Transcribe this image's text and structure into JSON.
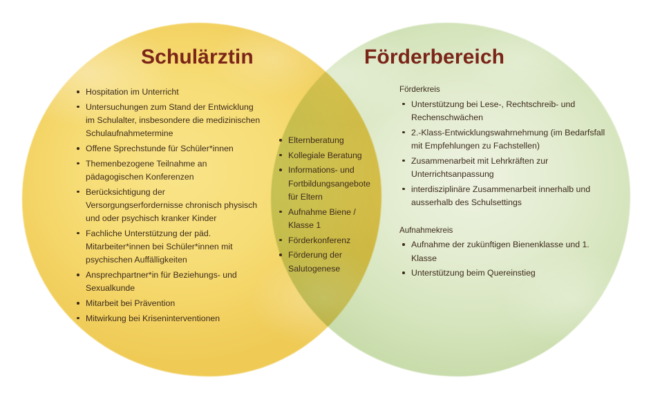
{
  "colors": {
    "left_circle": "#f7dd76",
    "right_circle": "#dce8c4",
    "overlap": "#dfe095",
    "title": "#7a2518",
    "body_text": "#3d2b1b",
    "background": "#ffffff"
  },
  "left": {
    "title": "Schulärztin",
    "items": [
      "Hospitation im Unterricht",
      "Untersuchungen zum Stand der Entwicklung im Schulalter, insbesondere die medizinischen Schulaufnahmetermine",
      "Offene Sprechstunde für Schüler*innen",
      "Themenbezogene Teilnahme an pädagogischen Konferenzen",
      "Berücksichtigung der Versorgungserfordernisse chronisch physisch und oder psychisch kranker Kinder",
      "Fachliche Unterstützung der päd. Mitarbeiter*innen bei Schüler*innen mit psychischen Auffälligkeiten",
      "Ansprechpartner*in für  Beziehungs- und Sexualkunde",
      "Mitarbeit bei Prävention",
      "Mitwirkung bei Kriseninterventionen"
    ]
  },
  "center": {
    "items": [
      "Elternberatung",
      "Kollegiale Beratung",
      "Informations- und Fortbildungsangebote für Eltern",
      "Aufnahme Biene / Klasse 1",
      "Förderkonferenz",
      "Förderung der Salutogenese"
    ]
  },
  "right": {
    "title": "Förderbereich",
    "groups": [
      {
        "label": "Förderkreis",
        "items": [
          "Unterstützung bei Lese-, Rechtschreib- und Rechenschwächen",
          "2.-Klass-Entwicklungswahrnehmung (im Bedarfsfall mit Empfehlungen zu Fachstellen)",
          "Zusammenarbeit mit Lehrkräften zur Unterrichtsanpassung",
          "interdisziplinäre Zusammenarbeit innerhalb und ausserhalb des Schulsettings"
        ]
      },
      {
        "label": "Aufnahmekreis",
        "items": [
          "Aufnahme der zukünftigen Bienenklasse und 1. Klasse",
          "Unterstützung beim Quereinstieg"
        ]
      }
    ]
  }
}
